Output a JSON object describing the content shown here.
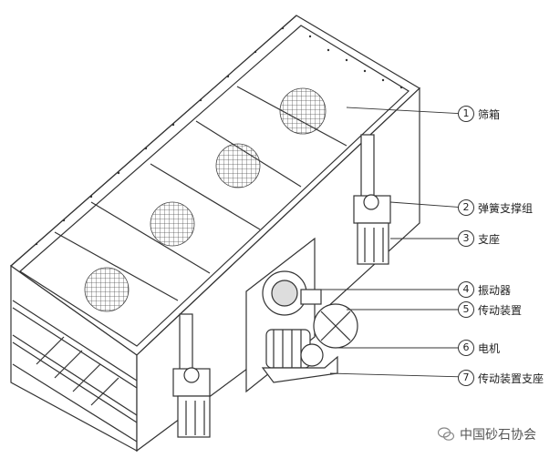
{
  "diagram": {
    "callouts": [
      {
        "num": "1",
        "label": "筛箱"
      },
      {
        "num": "2",
        "label": "弹簧支撑组"
      },
      {
        "num": "3",
        "label": "支座"
      },
      {
        "num": "4",
        "label": "振动器"
      },
      {
        "num": "5",
        "label": "传动装置"
      },
      {
        "num": "6",
        "label": "电机"
      },
      {
        "num": "7",
        "label": "传动装置支座"
      }
    ]
  },
  "watermark": {
    "text": "中国砂石协会",
    "icon": "wechat-icon"
  },
  "colors": {
    "line": "#333333",
    "mesh": "#555555"
  }
}
